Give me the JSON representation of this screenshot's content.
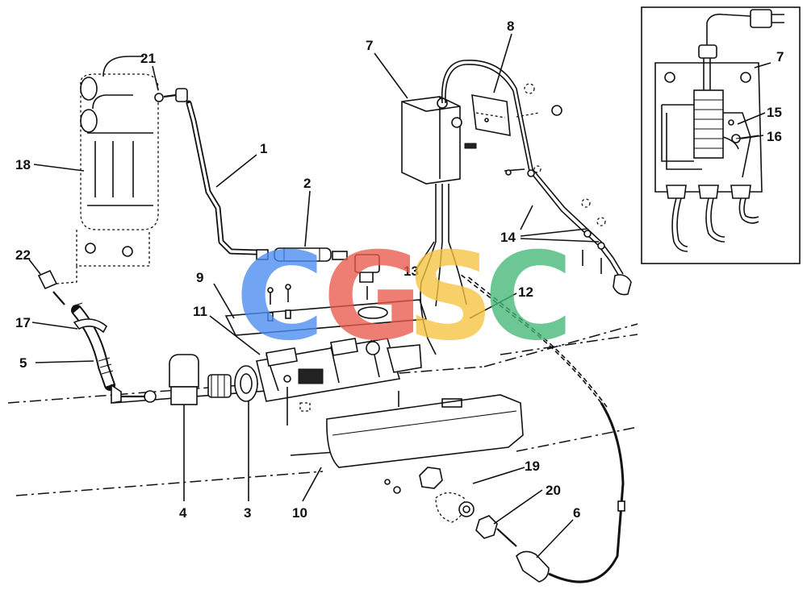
{
  "watermark": {
    "letters": [
      "C",
      "G",
      "S",
      "C"
    ],
    "colors": [
      "#4a8cf0",
      "#ea5a4e",
      "#f5c440",
      "#44b878"
    ]
  },
  "callouts": [
    "1",
    "2",
    "3",
    "4",
    "5",
    "6",
    "7",
    "8",
    "9",
    "10",
    "11",
    "12",
    "13",
    "14",
    "15",
    "16",
    "17",
    "18",
    "19",
    "20",
    "21",
    "22"
  ],
  "inset": {
    "callouts": [
      "7",
      "15",
      "16"
    ]
  }
}
